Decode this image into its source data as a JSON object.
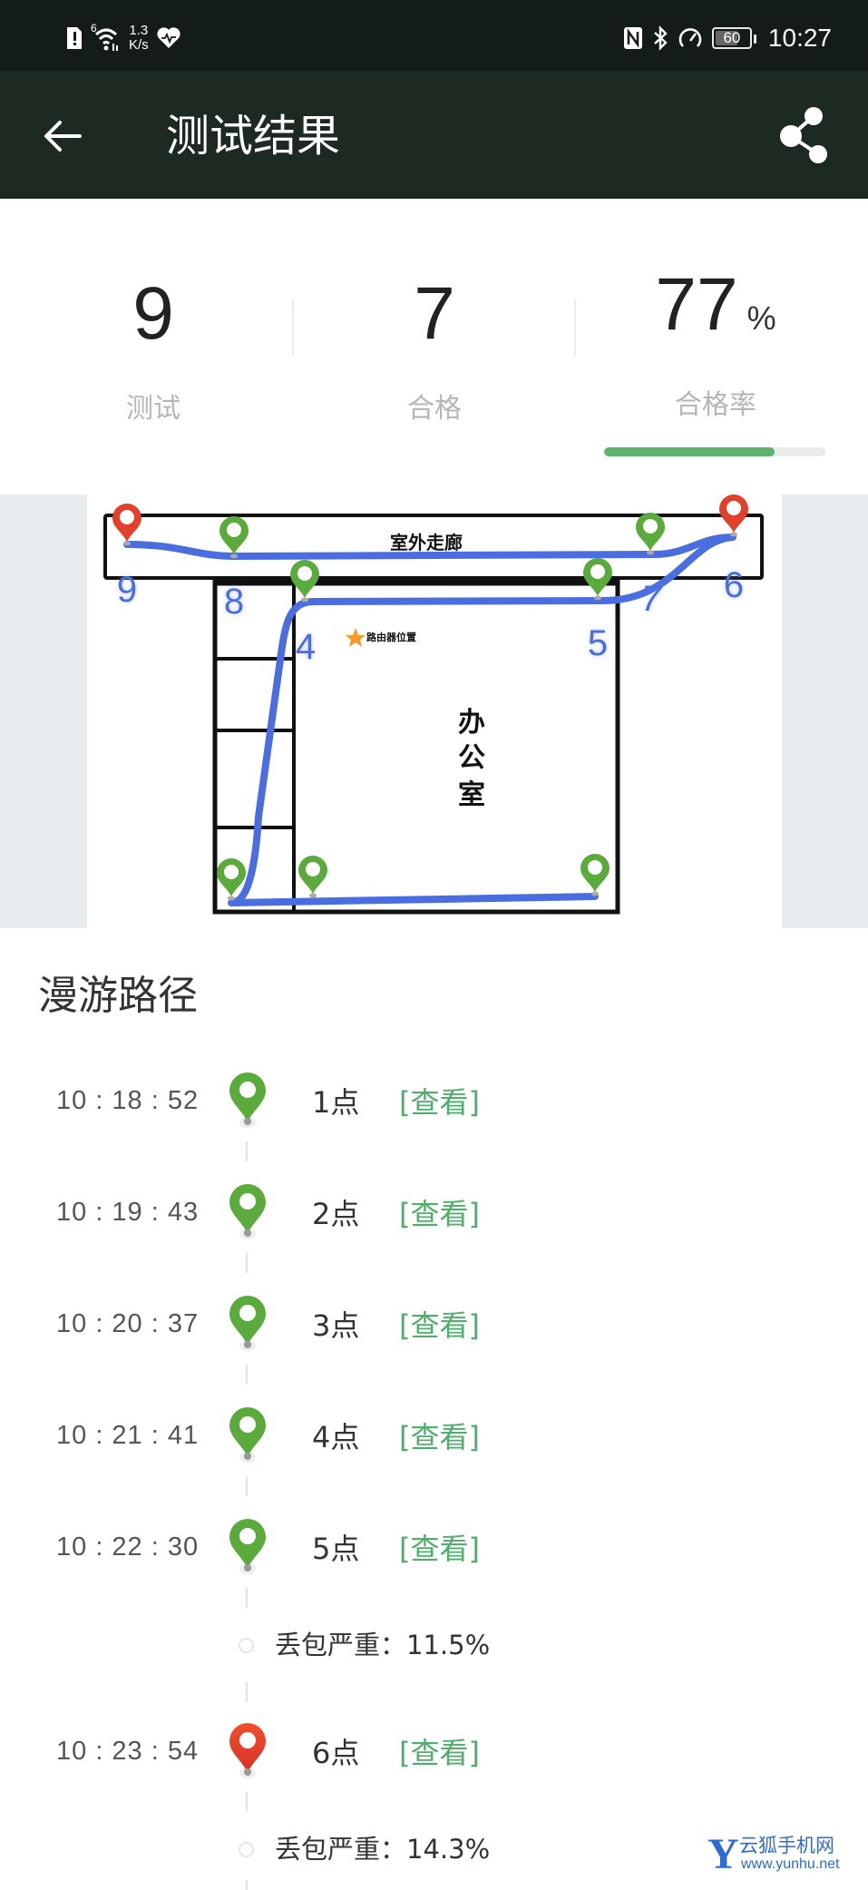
{
  "status_bar": {
    "signal_label": "6",
    "net_speed_value": "1.3",
    "net_speed_unit": "K/s",
    "battery_level": "60",
    "time": "10:27"
  },
  "app_bar": {
    "title": "测试结果",
    "back_icon": "arrow-left-icon",
    "share_icon": "share-icon"
  },
  "stats": {
    "tests": {
      "value": "9",
      "label": "测试"
    },
    "passed": {
      "value": "7",
      "label": "合格"
    },
    "pass_rate": {
      "value": "77",
      "unit": "%",
      "label": "合格率",
      "progress_percent": 77
    },
    "colors": {
      "progress": "#5cb26e",
      "track": "#ebebeb"
    }
  },
  "map": {
    "corridor_label": "室外走廊",
    "office_label": [
      "办",
      "公",
      "室"
    ],
    "router_label": "路由器位置",
    "path_color": "#4a6ee0",
    "pin_colors": {
      "pass": "#5aaa3c",
      "fail": "#e2402b"
    },
    "point_labels": [
      {
        "label": "9",
        "status": "fail"
      },
      {
        "label": "8",
        "status": "pass"
      },
      {
        "label": "4",
        "status": "pass"
      },
      {
        "label": "5",
        "status": "pass"
      },
      {
        "label": "7",
        "status": "pass"
      },
      {
        "label": "6",
        "status": "fail"
      }
    ]
  },
  "roaming": {
    "title": "漫游路径",
    "view_label": "[查看]",
    "entries": [
      {
        "time": "10 : 18 : 52",
        "point": "1点",
        "status": "pass"
      },
      {
        "time": "10 : 19 : 43",
        "point": "2点",
        "status": "pass"
      },
      {
        "time": "10 : 20 : 37",
        "point": "3点",
        "status": "pass"
      },
      {
        "time": "10 : 21 : 41",
        "point": "4点",
        "status": "pass"
      },
      {
        "time": "10 : 22 : 30",
        "point": "5点",
        "status": "pass",
        "warning": "丢包严重：11.5%"
      },
      {
        "time": "10 : 23 : 54",
        "point": "6点",
        "status": "fail",
        "warning": "丢包严重：14.3%"
      }
    ]
  },
  "watermark": {
    "logo": "Y",
    "name": "云狐手机网",
    "url": "www.yunhu.net"
  }
}
